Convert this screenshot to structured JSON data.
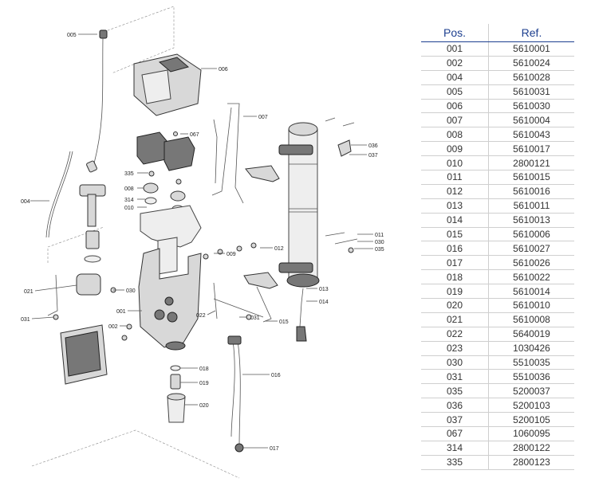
{
  "table": {
    "headers": {
      "pos": "Pos.",
      "ref": "Ref."
    },
    "rows": [
      {
        "pos": "001",
        "ref": "5610001"
      },
      {
        "pos": "002",
        "ref": "5610024"
      },
      {
        "pos": "004",
        "ref": "5610028"
      },
      {
        "pos": "005",
        "ref": "5610031"
      },
      {
        "pos": "006",
        "ref": "5610030"
      },
      {
        "pos": "007",
        "ref": "5610004"
      },
      {
        "pos": "008",
        "ref": "5610043"
      },
      {
        "pos": "009",
        "ref": "5610017"
      },
      {
        "pos": "010",
        "ref": "2800121"
      },
      {
        "pos": "011",
        "ref": "5610015"
      },
      {
        "pos": "012",
        "ref": "5610016"
      },
      {
        "pos": "013",
        "ref": "5610011"
      },
      {
        "pos": "014",
        "ref": "5610013"
      },
      {
        "pos": "015",
        "ref": "5610006"
      },
      {
        "pos": "016",
        "ref": "5610027"
      },
      {
        "pos": "017",
        "ref": "5610026"
      },
      {
        "pos": "018",
        "ref": "5610022"
      },
      {
        "pos": "019",
        "ref": "5610014"
      },
      {
        "pos": "020",
        "ref": "5610010"
      },
      {
        "pos": "021",
        "ref": "5610008"
      },
      {
        "pos": "022",
        "ref": "5640019"
      },
      {
        "pos": "023",
        "ref": "1030426"
      },
      {
        "pos": "030",
        "ref": "5510035"
      },
      {
        "pos": "031",
        "ref": "5510036"
      },
      {
        "pos": "035",
        "ref": "5200037"
      },
      {
        "pos": "036",
        "ref": "5200103"
      },
      {
        "pos": "037",
        "ref": "5200105"
      },
      {
        "pos": "067",
        "ref": "1060095"
      },
      {
        "pos": "314",
        "ref": "2800122"
      },
      {
        "pos": "335",
        "ref": "2800123"
      }
    ]
  },
  "diagram": {
    "callouts": {
      "c005": "005",
      "c006": "006",
      "c007": "007",
      "c067": "067",
      "c335": "335",
      "c008": "008",
      "c314": "314",
      "c010": "010",
      "c004": "004",
      "c009": "009",
      "c012": "012",
      "c021": "021",
      "c030": "030",
      "c001": "001",
      "c031a": "031",
      "c002": "002",
      "c022": "022",
      "c031b": "031",
      "c015": "015",
      "c013": "013",
      "c014": "014",
      "c016": "016",
      "c018": "018",
      "c019": "019",
      "c020": "020",
      "c017": "017",
      "c036": "036",
      "c037": "037",
      "c011": "011",
      "c030b": "030",
      "c035": "035"
    }
  }
}
